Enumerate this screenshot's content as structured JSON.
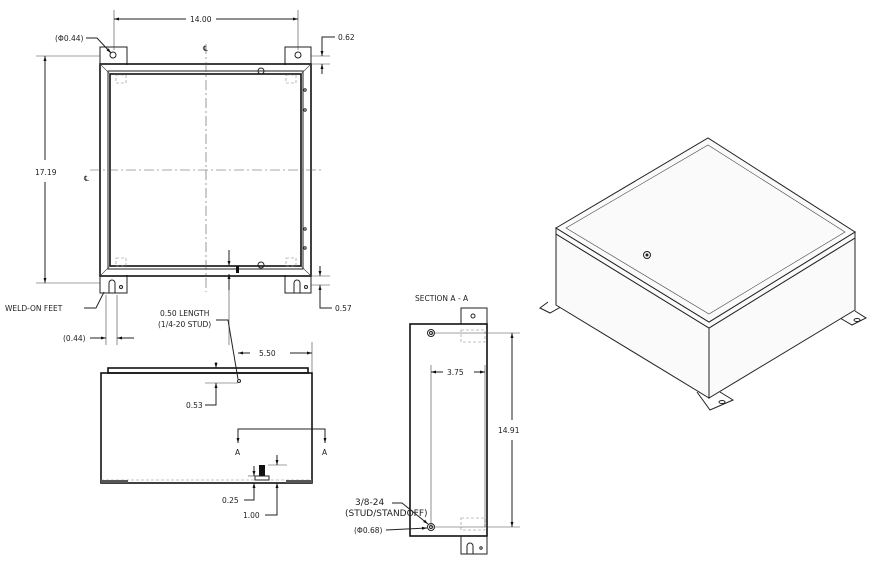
{
  "top_view": {
    "width_dim": "14.00",
    "height_dim": "17.19",
    "hole_dia": "(Φ0.44)",
    "tab_top_dim": "0.62",
    "tab_bottom_dim": "0.57",
    "weld_feet_label": "WELD-ON FEET",
    "foot_offset_dim": "(0.44)",
    "centerline_symbol": "℄"
  },
  "front_view": {
    "stud_label_1": "0.50 LENGTH",
    "stud_label_2": "(1/4-20 STUD)",
    "stud_offset_dim": "5.50",
    "stud_height_dim": "0.53",
    "section_marker": "A",
    "ground_dim_1": "0.25",
    "ground_dim_2": "1.00"
  },
  "section_view": {
    "title": "SECTION A - A",
    "width_dim": "3.75",
    "height_dim": "14.91",
    "stud_label_1": "3/8-24",
    "stud_label_2": "(STUD/STANDOFF)",
    "stud_dia": "(Φ0.68)"
  }
}
